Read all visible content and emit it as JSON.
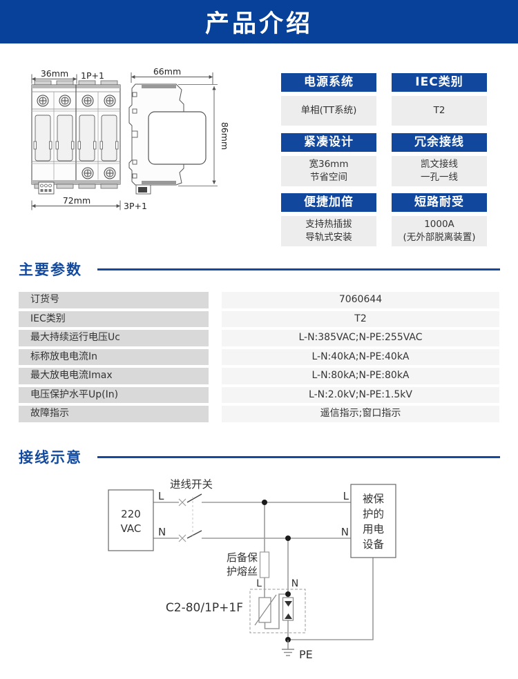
{
  "banner": {
    "title": "产品介绍"
  },
  "drawing": {
    "dim_front_width": "36mm",
    "variant_small": "1P+1",
    "dim_total_width": "72mm",
    "variant_large": "3P+1",
    "dim_depth": "66mm",
    "dim_height": "86mm"
  },
  "features": [
    {
      "title": "电源系统",
      "lines": [
        "单相(TT系统)"
      ]
    },
    {
      "title": "IEC类别",
      "lines": [
        "T2"
      ]
    },
    {
      "title": "紧凑设计",
      "lines": [
        "宽36mm",
        "节省空间"
      ]
    },
    {
      "title": "冗余接线",
      "lines": [
        "凯文接线",
        "一孔一线"
      ]
    },
    {
      "title": "便捷加倍",
      "lines": [
        "支持热插拔",
        "导轨式安装"
      ]
    },
    {
      "title": "短路耐受",
      "lines": [
        "1000A",
        "(无外部脱离装置)"
      ]
    }
  ],
  "sections": {
    "params_title": "主要参数",
    "wiring_title": "接线示意"
  },
  "parameters": [
    {
      "label": "订货号",
      "value": "7060644"
    },
    {
      "label": "IEC类别",
      "value": "T2"
    },
    {
      "label": "最大持续运行电压Uc",
      "value": "L-N:385VAC;N-PE:255VAC"
    },
    {
      "label": "标称放电电流In",
      "value": "L-N:40kA;N-PE:40kA"
    },
    {
      "label": "最大放电电流Imax",
      "value": "L-N:80kA;N-PE:80kA"
    },
    {
      "label": "电压保护水平Up(In)",
      "value": "L-N:2.0kV;N-PE:1.5kV"
    },
    {
      "label": "故障指示",
      "value": "遥信指示;窗口指示"
    }
  ],
  "wiring": {
    "source_line1": "220",
    "source_line2": "VAC",
    "switch_label": "进线开关",
    "l_label": "L",
    "n_label": "N",
    "fuse_label_line1": "后备保",
    "fuse_label_line2": "护熔丝",
    "spd_model": "C2-80/1P+1F",
    "load_line1": "被保",
    "load_line2": "护的",
    "load_line3": "用电",
    "load_line4": "设备",
    "ground_label": "PE"
  },
  "colors": {
    "banner_blue": "#07419a",
    "card_header_blue": "#11489e",
    "section_blue": "#134a9e",
    "table_label_gray": "#d9d9d9",
    "table_value_gray": "#f5f5f5",
    "card_body_gray": "#ededed"
  }
}
